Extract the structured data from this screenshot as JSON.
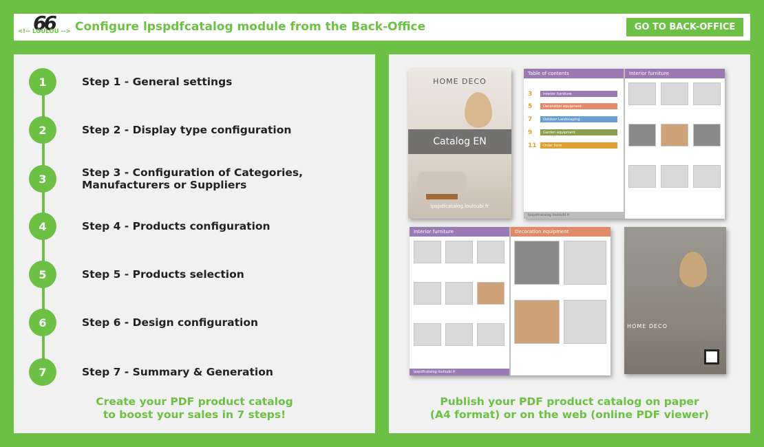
{
  "header": {
    "logo_number": "66",
    "logo_tagline": "<!-- LOULOU -->",
    "title": "Configure lpspdfcatalog module from the Back-Office",
    "button_label": "GO TO BACK-OFFICE"
  },
  "steps": [
    {
      "number": "1",
      "label": "Step 1 - General settings"
    },
    {
      "number": "2",
      "label": "Step 2 - Display type configuration"
    },
    {
      "number": "3",
      "label": "Step 3 - Configuration of Categories, Manufacturers or Suppliers"
    },
    {
      "number": "4",
      "label": "Step 4 - Products configuration"
    },
    {
      "number": "5",
      "label": "Step 5 - Products selection"
    },
    {
      "number": "6",
      "label": "Step 6 - Design configuration"
    },
    {
      "number": "7",
      "label": "Step 7 - Summary & Generation"
    }
  ],
  "left_caption": {
    "line1": "Create your PDF product catalog",
    "line2": "to boost your sales in 7 steps!"
  },
  "right_caption": {
    "line1": "Publish your PDF product catalog on paper",
    "line2": "(A4 format) or on the web (online PDF viewer)"
  },
  "catalog": {
    "brand": "HOME DECO",
    "cover_title": "Catalog EN",
    "url": "lpspdfcatalog.louloubi.fr",
    "toc_title": "Table of contents",
    "toc": [
      {
        "page": "3",
        "label": "Interior furniture",
        "color": "#9b7ab3"
      },
      {
        "page": "5",
        "label": "Decoration equipment",
        "color": "#e08a6a"
      },
      {
        "page": "7",
        "label": "Outdoor Landscaping",
        "color": "#6a9fd4"
      },
      {
        "page": "9",
        "label": "Garden equipment",
        "color": "#8aa050"
      },
      {
        "page": "11",
        "label": "Order form",
        "color": "#e0a030"
      }
    ],
    "section_interior": "Interior furniture",
    "section_decoration": "Decoration equipment",
    "colors": {
      "interior": "#9b7ab3",
      "decoration": "#e08a6a",
      "accent": "#6cc043"
    }
  }
}
